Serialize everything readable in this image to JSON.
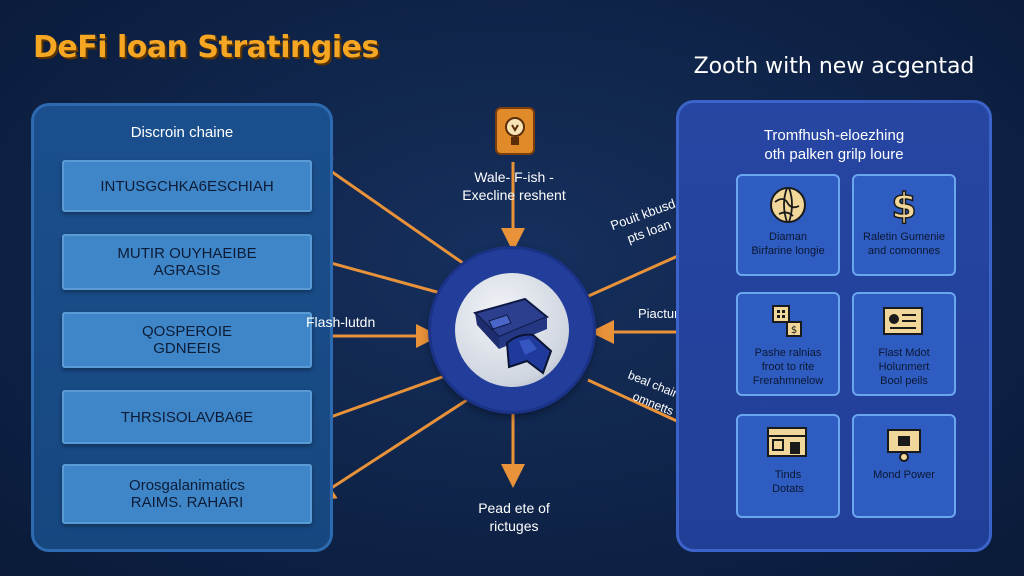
{
  "title": "DeFi loan Stratingies",
  "right_heading": "Zooth with new acgentad",
  "left_panel": {
    "title": "Discroin chaine",
    "items": [
      {
        "lines": [
          "INTUSGCHKA6ESCHIAH"
        ]
      },
      {
        "lines": [
          "MUTIR OUYHAEIBE",
          "AGRASIS"
        ]
      },
      {
        "lines": [
          "QOSPEROIE",
          "GDNEEIS"
        ]
      },
      {
        "lines": [
          "THRSISOLAVBA6E"
        ]
      },
      {
        "lines": [
          "Orosgalanimatics",
          "RAIMS. RAHARI"
        ]
      }
    ]
  },
  "center": {
    "top_label": [
      "Wale- F-ish -",
      "Execline reshent"
    ],
    "left_label": "Flash-lutdn",
    "bottom_label": [
      "Pead ete of",
      "rictuges"
    ],
    "upper_right_label": [
      "Pouit kbusd",
      "pts loan"
    ],
    "right_label": "Piacturpe",
    "lower_right_label": [
      "beal chaince",
      "omnetts"
    ]
  },
  "right_panel": {
    "title": [
      "Tromfhush-eloezhing",
      "oth palken grilp loure"
    ],
    "cards": [
      {
        "icon": "globe-icon",
        "lines": [
          "Diaman",
          "Birfarine longie"
        ]
      },
      {
        "icon": "dollar-icon",
        "lines": [
          "Raletin Gumenie",
          "and comonnes"
        ]
      },
      {
        "icon": "calculator-icon",
        "lines": [
          "Pashe ralnias",
          "froot to rite",
          "Frerahmnelow"
        ]
      },
      {
        "icon": "document-icon",
        "lines": [
          "Flast Mdot",
          "Holunmert",
          "Bool peils"
        ]
      },
      {
        "icon": "chart-board-icon",
        "lines": [
          "Tinds",
          "Dotats"
        ]
      },
      {
        "icon": "device-icon",
        "lines": [
          "Mond Power"
        ]
      }
    ]
  },
  "colors": {
    "title": "#f5a623",
    "arrow": "#e8923a",
    "left_item": "#3f86c9",
    "right_card": "#2f5cc0"
  }
}
